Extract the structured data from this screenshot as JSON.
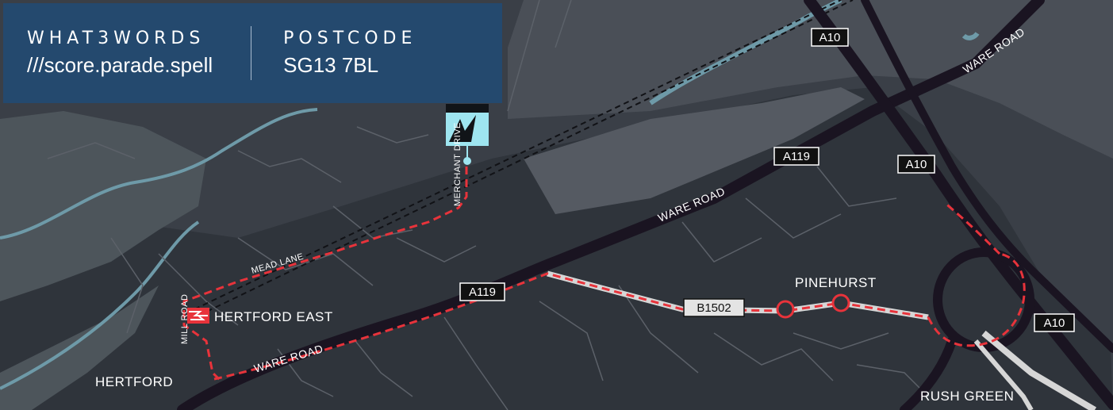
{
  "info_panel": {
    "what3words_heading": "WHAT3WORDS",
    "what3words_value": "///score.parade.spell",
    "postcode_heading": "POSTCODE",
    "postcode_value": "SG13 7BL"
  },
  "road_shields": {
    "a10_top": "A10",
    "a10_mid": "A10",
    "a10_bottom": "A10",
    "a119_upper": "A119",
    "a119_lower": "A119",
    "b1502": "B1502"
  },
  "road_names": {
    "ware_road_top": "WARE ROAD",
    "ware_road_mid": "WARE ROAD",
    "ware_road_bottom": "WARE ROAD",
    "merchant_drive": "MERCHANT DRIVE",
    "mead_lane": "MEAD LANE",
    "mill_road": "MILL ROAD"
  },
  "places": {
    "hertford_east": "HERTFORD EAST",
    "hertford": "HERTFORD",
    "pinehurst": "PINEHURST",
    "rush_green": "RUSH GREEN"
  },
  "colors": {
    "panel": "#24496e",
    "route": "#e8333b",
    "major_road": "#1a1421",
    "water": "#6e9aa8",
    "marker": "#9ee5f0"
  },
  "icons": {
    "station": "national-rail-icon",
    "destination": "destination-logo-icon"
  }
}
